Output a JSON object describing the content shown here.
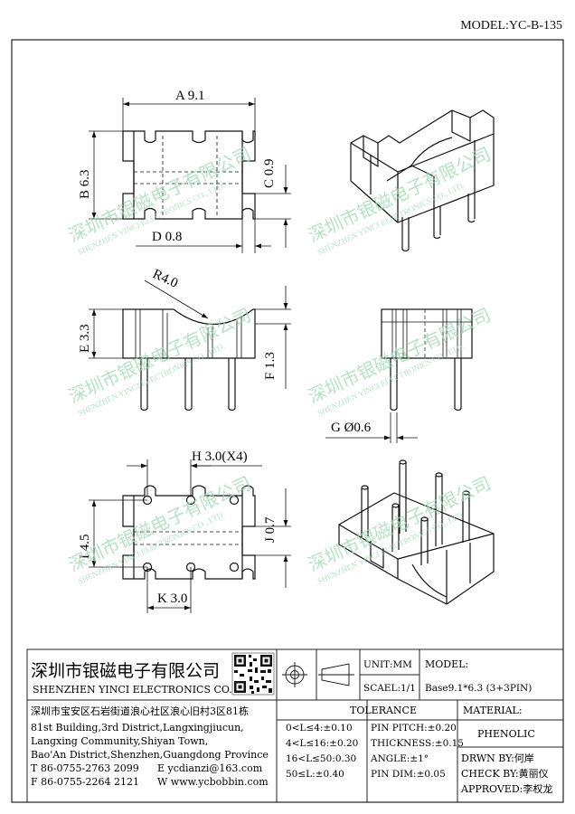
{
  "model": "MODEL:YC-B-135",
  "dims": {
    "a": "A 9.1",
    "b": "B 6.3",
    "c": "C 0.9",
    "d": "D 0.8",
    "r": "R4.0",
    "e": "E 3.3",
    "f": "F 1.3",
    "g": "G Ø0.6",
    "h": "H 3.0(X4)",
    "i": "I 4.5",
    "j": "J 0.7",
    "k": "K 3.0"
  },
  "watermark": {
    "cn": "深圳市银磁电子有限公司",
    "en": "SHENZHEN YINCI ELECTRONICS CO., LTD."
  },
  "title_block": {
    "company_cn": "深圳市银磁电子有限公司",
    "company_en": "SHENZHEN YINCI ELECTRONICS CO.,LTD.",
    "address_cn": "深圳市宝安区石岩街道浪心社区浪心旧村3区81栋",
    "address_en": [
      "81st Building,3rd District,Langxingjiucun,",
      "Langxing Community,Shiyan Town,",
      "Bao'An District,Shenzhen,Guangdong Province"
    ],
    "tel": "T 86-0755-2763 2099",
    "email": "E ycdianzi@163.com",
    "fax": "F 86-0755-2264 2121",
    "web": "W www.ycbobbin.com",
    "unit": "UNIT:MM",
    "scale": "SCAEL:1/1",
    "model_label": "MODEL:",
    "model_value": "Base9.1*6.3 (3+3PIN)",
    "tolerance_title": "TOLERANCE",
    "tolerance_rows": [
      "0<L≤4:±0.10",
      "4<L≤16:±0.20",
      "16<L≤50:0.30",
      "50≤L:±0.40"
    ],
    "pin_rows": [
      "PIN PITCH:±0.20",
      "THICKNESS:±0.15",
      "ANGLE:±1°",
      "PIN DIM:±0.05"
    ],
    "material_label": "MATERIAL:",
    "material_value": "PHENOLIC",
    "drawn_by": "DRWN BY:何岸",
    "check_by": "CHECK BY:黄丽仪",
    "approved": "APPROVED:李权龙"
  }
}
